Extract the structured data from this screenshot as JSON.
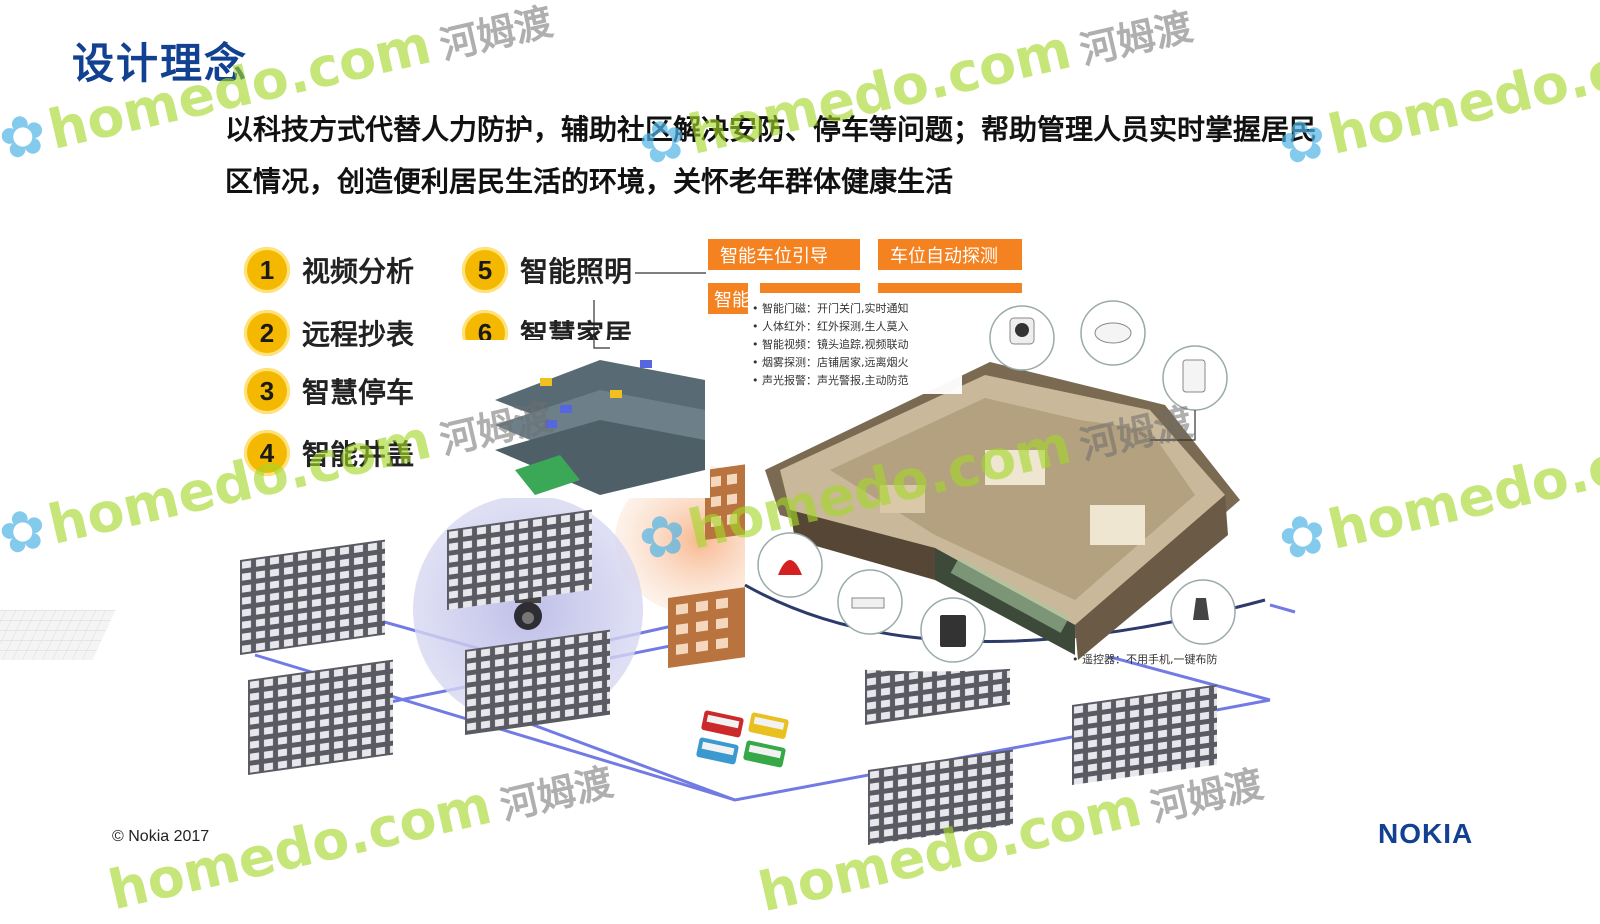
{
  "slide": {
    "title": "设计理念",
    "subtitle_line1": "以科技方式代替人力防护，辅助社区解决安防、停车等问题；帮助管理人员实时掌握居民",
    "subtitle_line2": "区情况，创造便利居民生活的环境，关怀老年群体健康生活"
  },
  "features": [
    {
      "num": "1",
      "label": "视频分析"
    },
    {
      "num": "2",
      "label": "远程抄表"
    },
    {
      "num": "3",
      "label": "智慧停车"
    },
    {
      "num": "4",
      "label": "智能井盖"
    },
    {
      "num": "5",
      "label": "智能照明"
    },
    {
      "num": "6",
      "label": "智慧家居"
    }
  ],
  "parking_tags": {
    "guide": "智能车位引导",
    "detect": "车位自动探测",
    "partial_left": "智能"
  },
  "home_bullets": [
    "智能门磁：开门关门,实时通知",
    "人体红外：红外探测,生人莫入",
    "智能视频：镜头追踪,视频联动",
    "烟雾探测：店铺居家,远离烟火",
    "声光报警：声光警报,主动防范"
  ],
  "remote_note": "遥控器：不用手机,一键布防",
  "footer": {
    "copyright": "© Nokia 2017",
    "logo": "NOKIA"
  },
  "watermark": {
    "latin": "homedo.com",
    "cn": "河姆渡"
  },
  "colors": {
    "title": "#124191",
    "badge": "#f5b800",
    "tag": "#f58220",
    "watermark": "#a5d728"
  }
}
